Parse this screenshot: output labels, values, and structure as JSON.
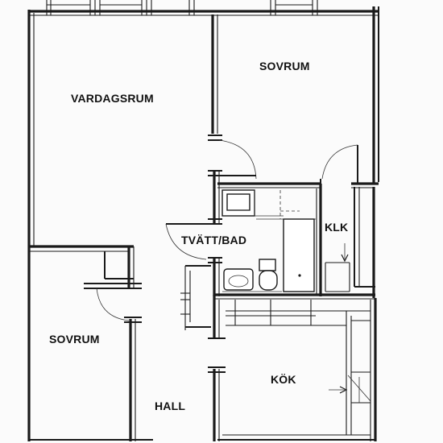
{
  "floor_plan": {
    "rooms": [
      {
        "id": "vardagsrum",
        "label": "VARDAGSRUM"
      },
      {
        "id": "sovrum_top",
        "label": "SOVRUM"
      },
      {
        "id": "tvatt_bad",
        "label": "TVÄTT/BAD"
      },
      {
        "id": "klk",
        "label": "KLK"
      },
      {
        "id": "sovrum_left",
        "label": "SOVRUM"
      },
      {
        "id": "kok",
        "label": "KÖK"
      },
      {
        "id": "hall",
        "label": "HALL"
      }
    ],
    "colors": {
      "line": "#1a1a1a",
      "paper": "#fbfbfb"
    }
  }
}
